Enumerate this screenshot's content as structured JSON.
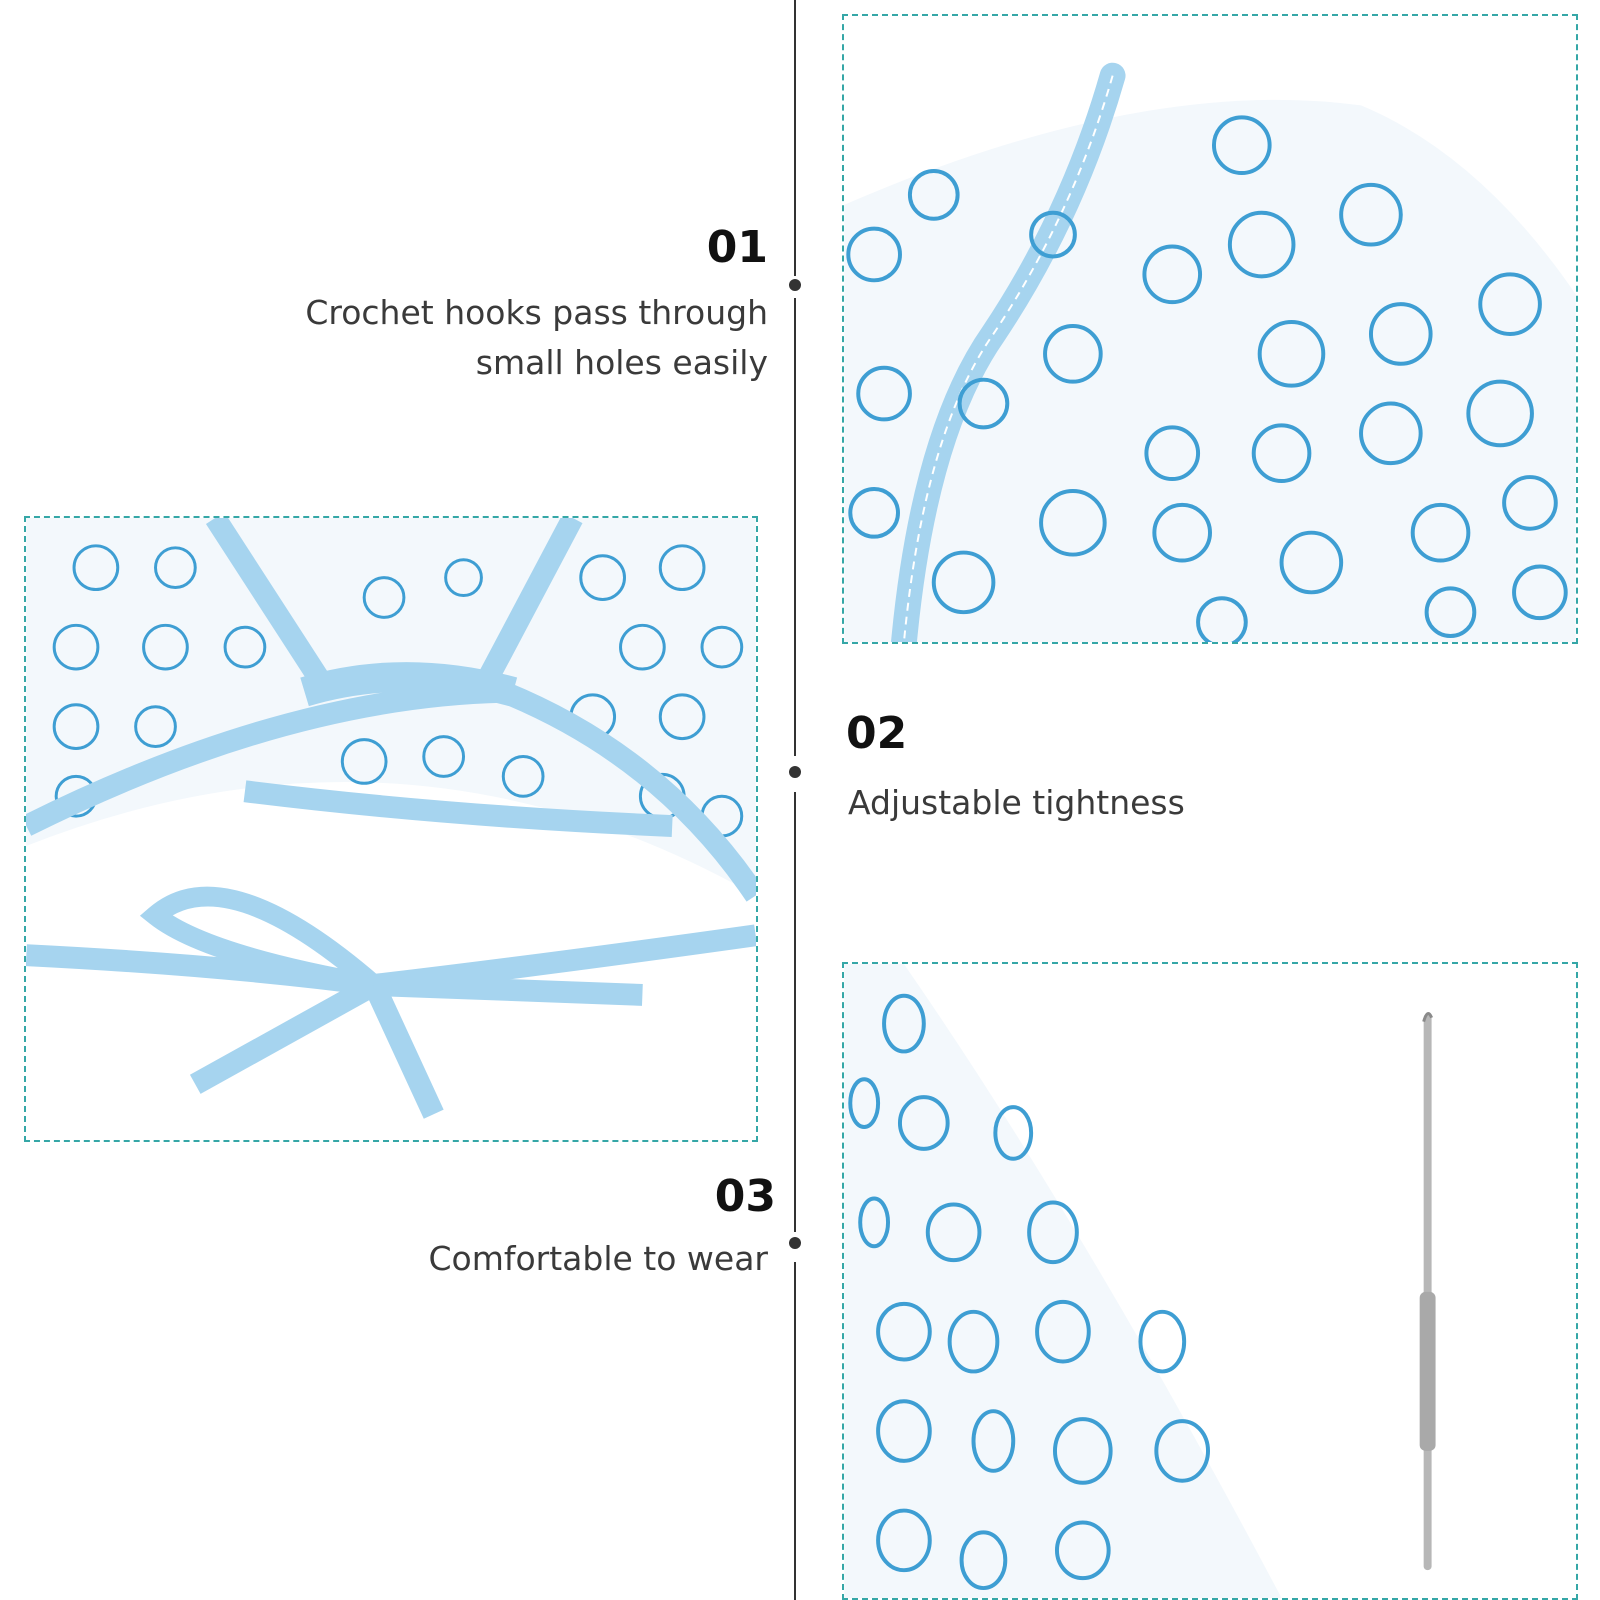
{
  "features": [
    {
      "number": "01",
      "line1": "Crochet hooks pass through",
      "line2": "small holes easily"
    },
    {
      "number": "02",
      "line1": "Adjustable tightness"
    },
    {
      "number": "03",
      "line1": "Comfortable to wear"
    }
  ],
  "colors": {
    "timeline": "#333333",
    "panel_border": "#35a7a7",
    "ring_blue": "#3e9ed3",
    "binding_blue": "#a6d4ef"
  },
  "panels": [
    {
      "name": "cape-edge-closeup"
    },
    {
      "name": "neck-tie-closeup"
    },
    {
      "name": "crochet-hook-closeup"
    }
  ]
}
